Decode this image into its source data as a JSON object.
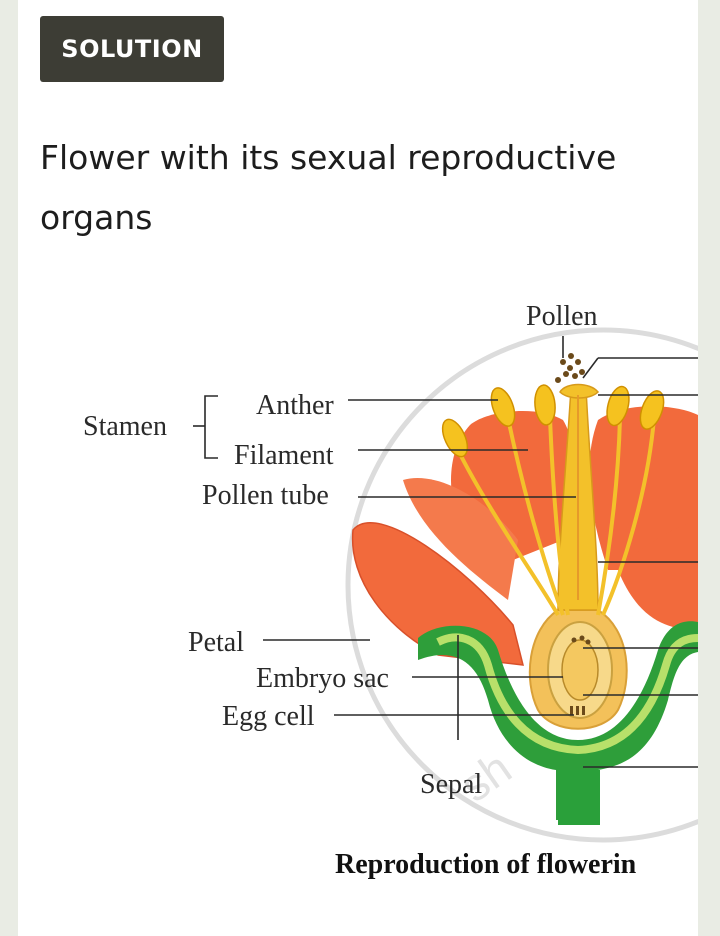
{
  "badge": "SOLUTION",
  "heading": "Flower with its sexual reproductive organs",
  "diagram": {
    "labels": {
      "pollen": "Pollen",
      "stamen": "Stamen",
      "anther": "Anther",
      "filament": "Filament",
      "pollen_tube": "Pollen tube",
      "petal": "Petal",
      "embryo_sac": "Embryo sac",
      "egg_cell": "Egg cell",
      "sepal": "Sepal"
    },
    "caption": "Reproduction of flowerin",
    "colors": {
      "petal": "#f26a3c",
      "stamen": "#f3c12a",
      "ovary": "#f7cf6a",
      "sepal": "#2e9e3a"
    }
  }
}
